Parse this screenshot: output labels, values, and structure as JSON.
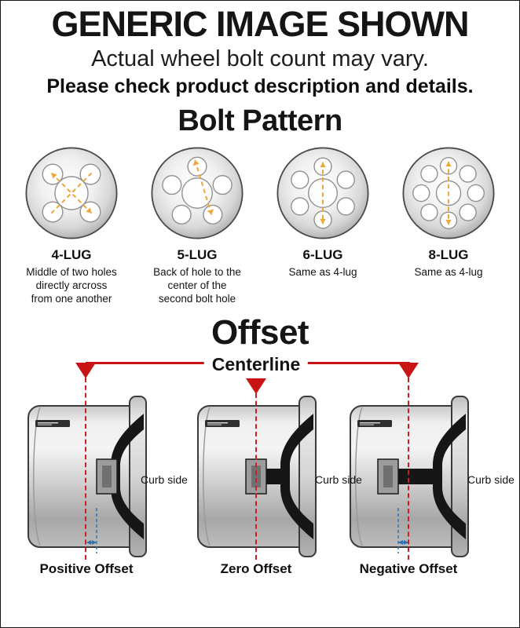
{
  "header": {
    "title": "GENERIC IMAGE SHOWN",
    "subtitle": "Actual wheel bolt count may vary.",
    "note": "Please check product description and details."
  },
  "bolt_pattern": {
    "title": "Bolt Pattern",
    "items": [
      {
        "label": "4-LUG",
        "description": "Middle of two holes directly arcross from one another"
      },
      {
        "label": "5-LUG",
        "description": "Back of hole to the center of the second bolt hole"
      },
      {
        "label": "6-LUG",
        "description": "Same as 4-lug"
      },
      {
        "label": "8-LUG",
        "description": "Same as 4-lug"
      }
    ]
  },
  "offset": {
    "title": "Offset",
    "centerline_label": "Centerline",
    "curb_side_labels": [
      "Curb side",
      "Curb side",
      "Curb side"
    ],
    "items": [
      {
        "label": "Positive Offset"
      },
      {
        "label": "Zero Offset"
      },
      {
        "label": "Negative Offset"
      }
    ]
  },
  "colors": {
    "centerline_red": "#c81414",
    "measure_blue": "#2e6fae",
    "bolt_dash_orange": "#f0a63a"
  }
}
